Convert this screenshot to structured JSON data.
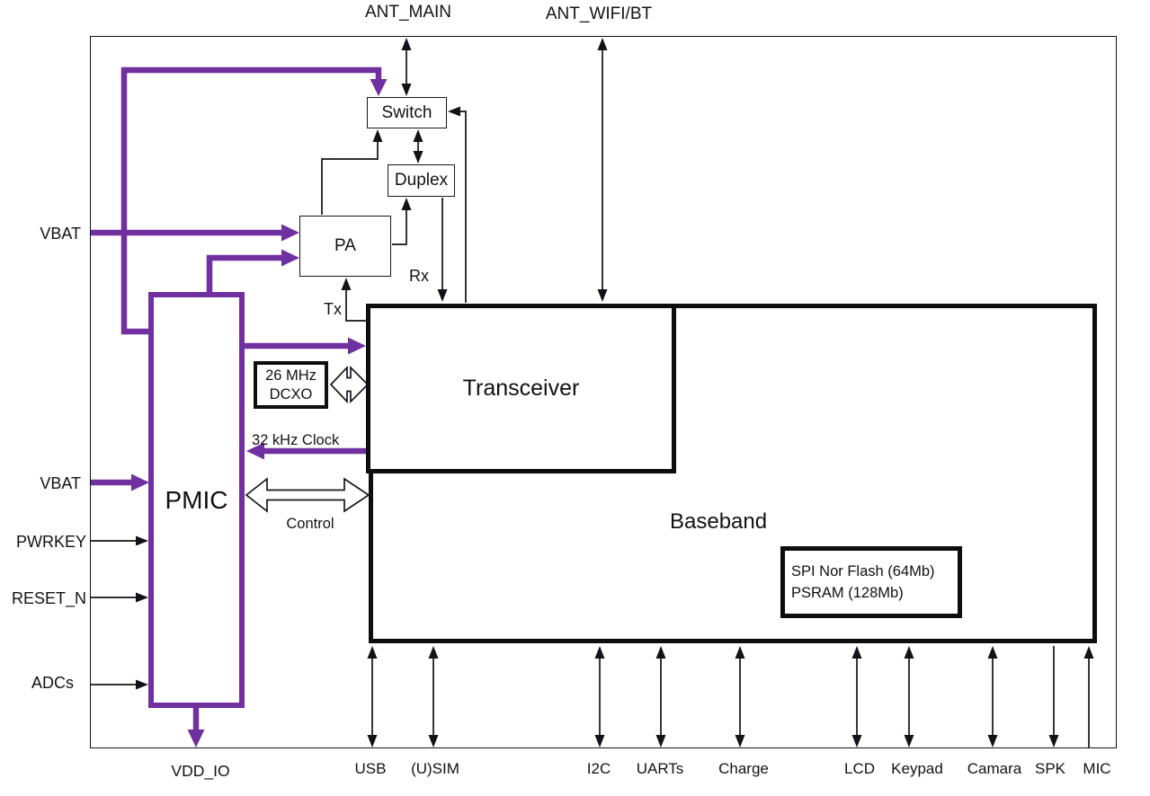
{
  "colors": {
    "accent_purple": "#7030A0",
    "line_black": "#121218",
    "background": "#ffffff"
  },
  "antennas": {
    "ant_main": "ANT_MAIN",
    "ant_wifi_bt": "ANT_WIFI/BT"
  },
  "left_ports": {
    "vbat_top": "VBAT",
    "vbat_mid": "VBAT",
    "pwrkey": "PWRKEY",
    "reset_n": "RESET_N",
    "adcs": "ADCs"
  },
  "blocks": {
    "switch": "Switch",
    "duplex": "Duplex",
    "pa": "PA",
    "pmic": "PMIC",
    "dcxo": {
      "line1": "26 MHz",
      "line2": "DCXO"
    },
    "transceiver": "Transceiver",
    "baseband": "Baseband",
    "memory": {
      "line1": "SPI Nor Flash (64Mb)",
      "line2": "PSRAM (128Mb)"
    }
  },
  "net_labels": {
    "tx": "Tx",
    "rx": "Rx",
    "clock_32k": "32 kHz Clock",
    "control": "Control"
  },
  "bottom_ports": {
    "vdd_io": "VDD_IO",
    "usb": "USB",
    "usim": "(U)SIM",
    "i2c": "I2C",
    "uarts": "UARTs",
    "charge": "Charge",
    "lcd": "LCD",
    "keypad": "Keypad",
    "camara": "Camara",
    "spk": "SPK",
    "mic": "MIC"
  }
}
